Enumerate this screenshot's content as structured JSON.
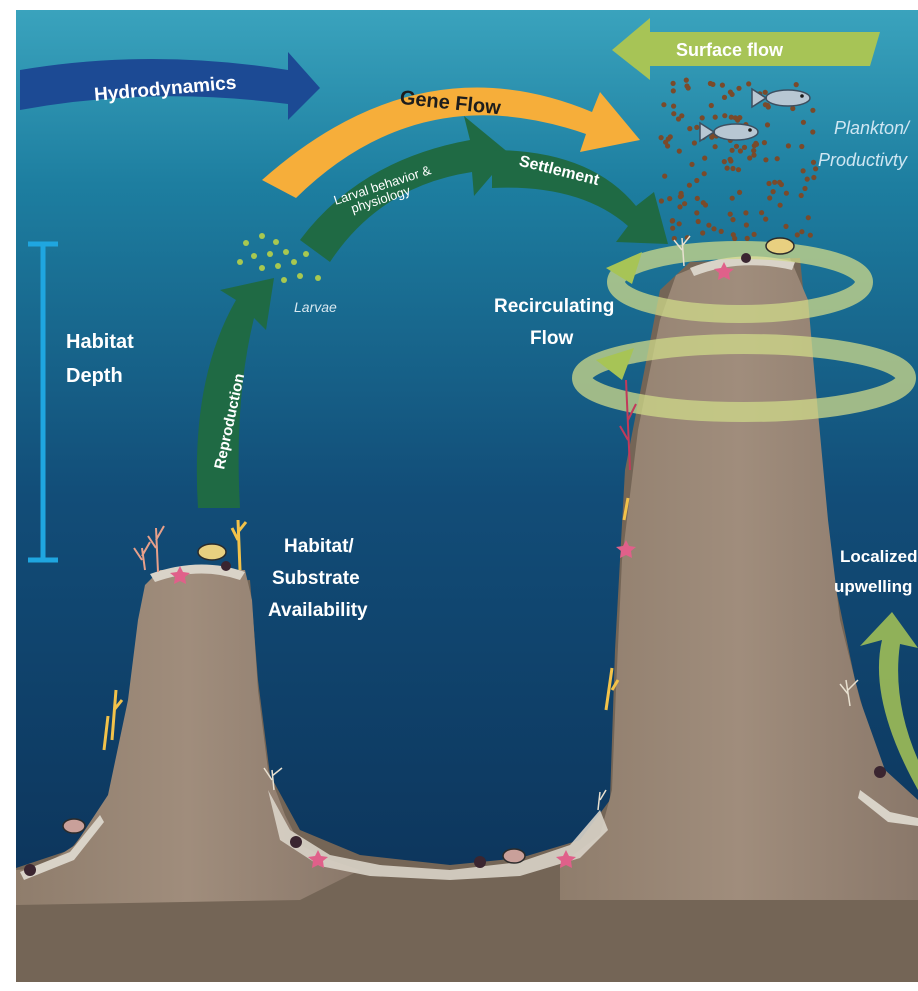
{
  "labels": {
    "hydrodynamics": "Hydrodynamics",
    "gene_flow": "Gene Flow",
    "surface_flow": "Surface flow",
    "plankton": "Plankton/",
    "productivity": "Productivty",
    "larval_line1": "Larval behavior &",
    "larval_line2": "physiology",
    "settlement": "Settlement",
    "larvae": "Larvae",
    "reproduction": "Reproduction",
    "recirculating_line1": "Recirculating",
    "recirculating_line2": "Flow",
    "habitat_depth_line1": "Habitat",
    "habitat_depth_line2": "Depth",
    "habitat_sub_line1": "Habitat/",
    "habitat_sub_line2": "Substrate",
    "habitat_sub_line3": "Availability",
    "upwelling_line1": "Localized",
    "upwelling_line2": "upwelling"
  },
  "colors": {
    "ocean_top": "#3aa3bd",
    "ocean_bottom": "#0b2f55",
    "seamount": "#9a8777",
    "seafloor": "#746556",
    "sediment": "#d9d3c8",
    "hydrodynamics_arrow": "#1c4a94",
    "gene_flow_arrow": "#f6ae3a",
    "process_arrow": "#1f6a44",
    "surface_flow_arrow": "#a7c456",
    "recirculating_ring": "#cfd98a",
    "habitat_depth_bar": "#1fa6e0",
    "plankton_dots": "#7a4a2a",
    "larvae_dots": "#a8c850"
  }
}
